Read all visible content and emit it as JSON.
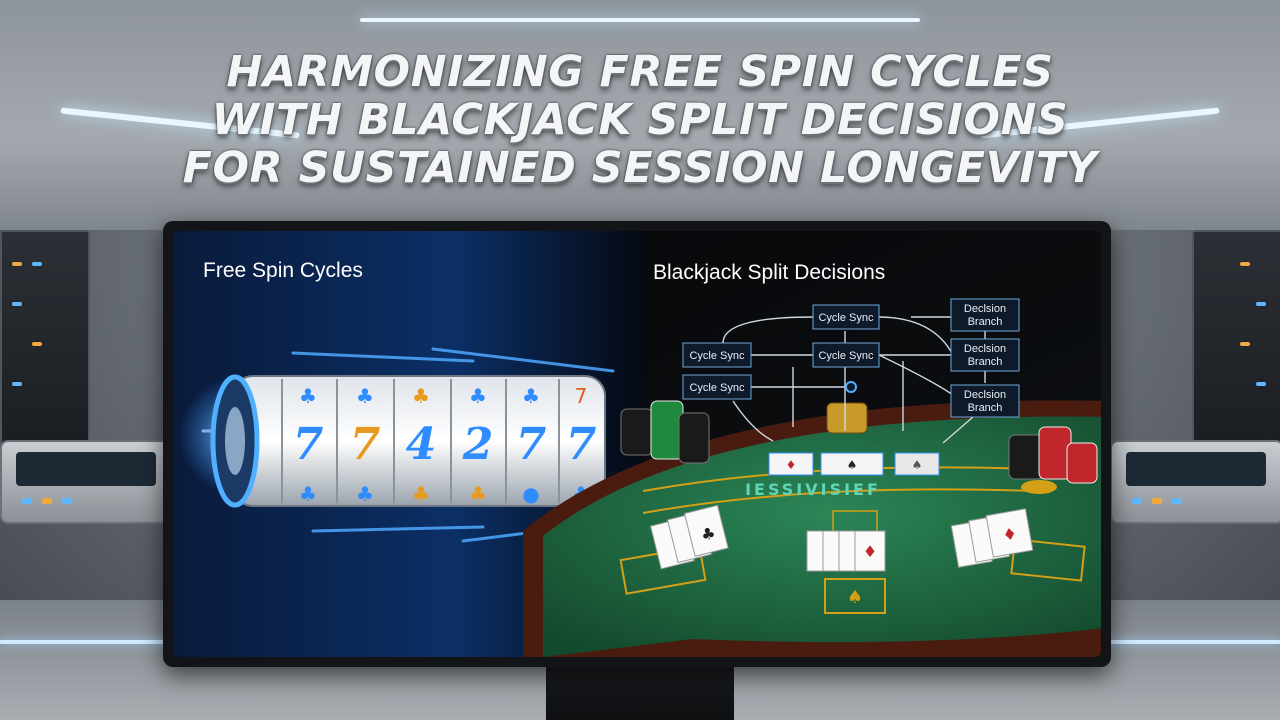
{
  "headline": {
    "line1": "HARMONIZING FREE SPIN CYCLES",
    "line2": "WITH BLACKJACK SPLIT DECISIONS",
    "line3": "FOR SUSTAINED SESSION LONGEVITY"
  },
  "left_panel": {
    "title": "Free Spin Cycles",
    "reel_symbols": [
      "7",
      "7",
      "4",
      "2",
      "7",
      "7"
    ]
  },
  "right_panel": {
    "title": "Blackjack Split Decisions",
    "flow_nodes": {
      "cycle_sync_1": "Cycle Sync",
      "cycle_sync_2": "Cycle Sync",
      "cycle_sync_3": "Cycle Sync",
      "cycle_sync_4": "Cycle Sync",
      "decision_1_line1": "Declsion",
      "decision_1_line2": "Branch",
      "decision_2_line1": "Declsion",
      "decision_2_line2": "Branch",
      "decision_3_line1": "Declsion",
      "decision_3_line2": "Branch"
    },
    "table_arc_text": "IESSIVISIEF"
  },
  "colors": {
    "accent_blue": "#2f8cff",
    "felt_green": "#1f6b43",
    "table_rim": "#6b2a1a",
    "gold": "#d4a017"
  }
}
